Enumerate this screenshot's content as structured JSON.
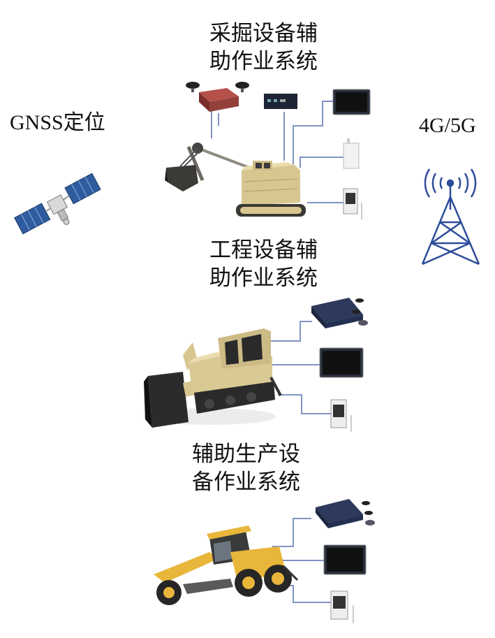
{
  "labels": {
    "gnss": "GNSS定位",
    "network": "4G/5G"
  },
  "systems": [
    {
      "line1": "采掘设备辅",
      "line2": "助作业系统"
    },
    {
      "line1": "工程设备辅",
      "line2": "助作业系统"
    },
    {
      "line1": "辅助生产设",
      "line2": "备作业系统"
    }
  ],
  "colors": {
    "connector": "#7f93c4",
    "machine_yellow": "#d8c690",
    "grader_yellow": "#e8b63a",
    "device_dark": "#1e2433",
    "tower_blue": "#2d4d9a",
    "satellite_blue": "#2f5c9e"
  }
}
